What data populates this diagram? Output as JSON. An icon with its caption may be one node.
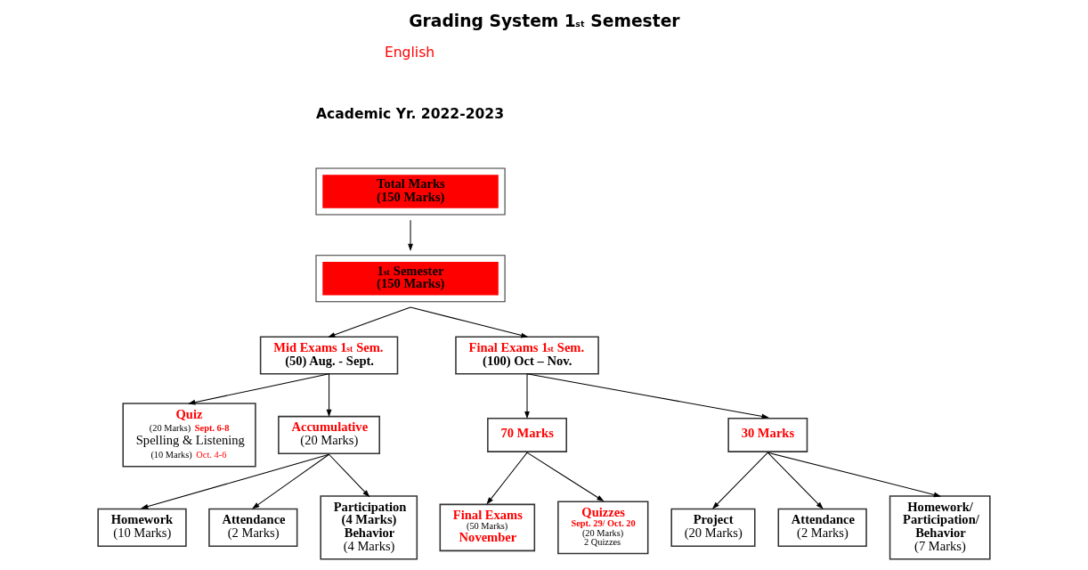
{
  "diagram": {
    "title": "Grading System 1$^{st}$ Semester",
    "nodes": [
      {
        "text": [
          "Total Marks",
          "(150 Marks)"
        ]
      },
      {
        "text": [
          "1$^{st}$ Semester",
          "(150 Marks)"
        ]
      },
      {
        "text": [
          "Mid Exams 1$^{st}$ Sem.",
          "(50) Aug. - Sept."
        ]
      },
      {
        "text": [
          "Final Exams 1$^{st}$ Sem.",
          "(100) Oct – Nov."
        ]
      },
      {
        "text": [
          "Quiz",
          "(20 Marks)",
          "Sept. 6-8",
          "Spelling & Listening",
          "(10 Marks)",
          "Oct. 4-6"
        ]
      },
      {
        "text": [
          "Accumulative",
          "(20 Marks)"
        ]
      },
      {
        "text": [
          "Homework",
          "(10 Marks)"
        ]
      },
      {
        "text": [
          "Attendance",
          "(2 Marks)"
        ]
      },
      {
        "text": [
          "Participation",
          "(4 Marks)",
          "Behavior",
          "(4 Marks)"
        ]
      },
      {
        "text": [
          "70 Marks"
        ]
      },
      {
        "text": [
          "30 Marks"
        ]
      },
      {
        "text": [
          "Final Exams",
          "(50 Marks)",
          "November"
        ]
      },
      {
        "text": [
          "Quizzes",
          "Sept. 29/ Oct. 20",
          "(20 Marks)",
          "2 Quizzes"
        ]
      },
      {
        "text": [
          "Project",
          "(20 Marks)"
        ]
      },
      {
        "text": [
          "Attendance",
          "(2 Marks)"
        ]
      },
      {
        "text": [
          "Homework/ Participation/ Behavior",
          "(7 Marks)"
        ]
      }
    ],
    "edges": [
      {
        "from": 0,
        "to": 1,
        "arrow": "to"
      },
      {
        "from": 1,
        "to": 2,
        "arrow": "to"
      },
      {
        "from": 1,
        "to": 3,
        "arrow": "to"
      },
      {
        "from": 2,
        "to": 4,
        "arrow": "to"
      },
      {
        "from": 2,
        "to": 5,
        "arrow": "to"
      },
      {
        "from": 5,
        "to": 6,
        "arrow": "to"
      },
      {
        "from": 5,
        "to": 7,
        "arrow": "to"
      },
      {
        "from": 5,
        "to": 8,
        "arrow": "to"
      },
      {
        "from": 3,
        "to": 9,
        "arrow": "to"
      },
      {
        "from": 3,
        "to": 10,
        "arrow": "to"
      },
      {
        "from": 9,
        "to": 11,
        "arrow": "to"
      },
      {
        "from": 9,
        "to": 12,
        "arrow": "to"
      },
      {
        "from": 10,
        "to": 13,
        "arrow": "to"
      },
      {
        "from": 10,
        "to": 14,
        "arrow": "to"
      },
      {
        "from": 10,
        "to": 15,
        "arrow": "to"
      }
    ],
    "labels": [
      "English",
      "Academic Yr. 2022-2023"
    ]
  }
}
